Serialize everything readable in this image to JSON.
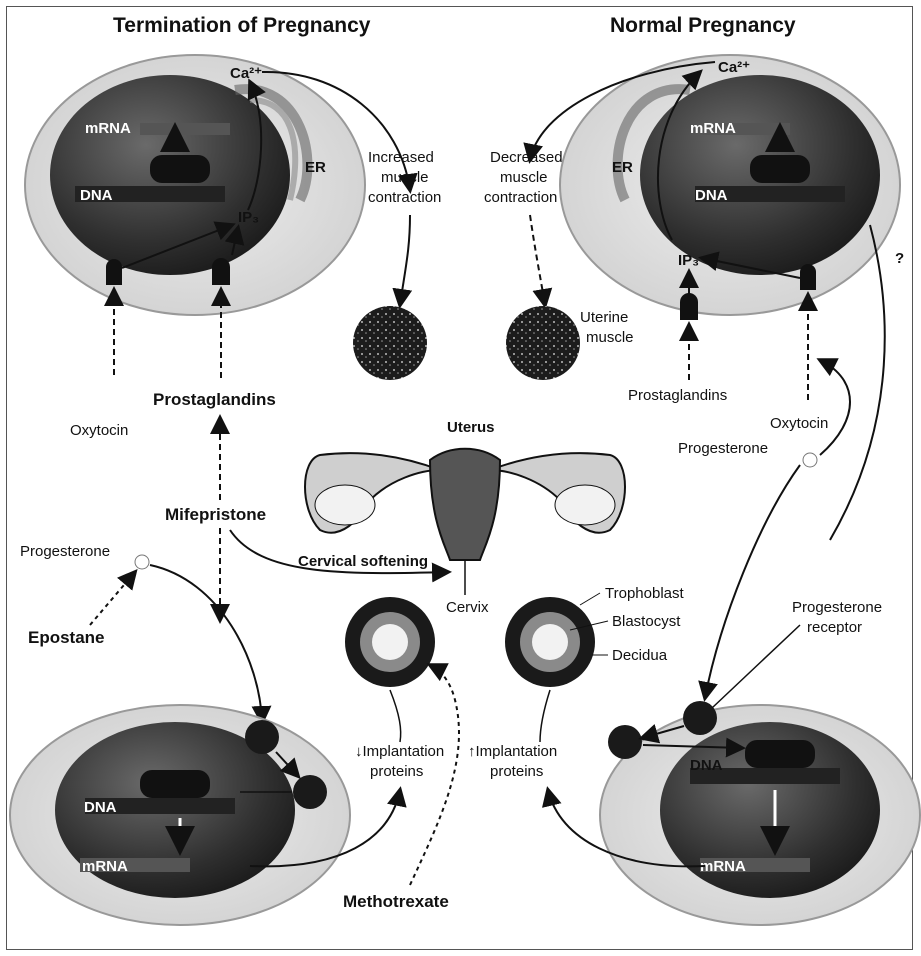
{
  "headings": {
    "left": "Termination of Pregnancy",
    "right": "Normal Pregnancy"
  },
  "labels": {
    "ca_left": "Ca²⁺",
    "ca_right": "Ca²⁺",
    "mrna_top_left": "mRNA",
    "mrna_top_right": "mRNA",
    "dna_top_left": "DNA",
    "dna_top_right": "DNA",
    "er_left": "ER",
    "er_right": "ER",
    "ip3_left": "IP₃",
    "ip3_right": "IP₃",
    "oxytocin_left": "Oxytocin",
    "oxytocin_right": "Oxytocin",
    "prostaglandins_left": "Prostaglandins",
    "prostaglandins_right": "Prostaglandins",
    "increased_contraction": [
      "Increased",
      "muscle",
      "contraction"
    ],
    "decreased_contraction": [
      "Decreased",
      "muscle",
      "contraction"
    ],
    "uterine_muscle": [
      "Uterine",
      "muscle"
    ],
    "uterus": "Uterus",
    "mifepristone": "Mifepristone",
    "cervical_softening": "Cervical softening",
    "cervix": "Cervix",
    "progesterone_left": "Progesterone",
    "progesterone_right": "Progesterone",
    "epostane": "Epostane",
    "trophoblast": "Trophoblast",
    "blastocyst": "Blastocyst",
    "decidua": "Decidua",
    "progesterone_receptor": [
      "Progesterone",
      "receptor"
    ],
    "implantation_left": [
      "↓Implantation",
      "proteins"
    ],
    "implantation_right": [
      "↑Implantation",
      "proteins"
    ],
    "dna_bottom_left": "DNA",
    "dna_bottom_right": "DNA",
    "mrna_bottom_left": "mRNA",
    "mrna_bottom_right": "mRNA",
    "methotrexate": "Methotrexate",
    "question_mark": "?"
  },
  "colors": {
    "cell_outer": "#d6d6d6",
    "nucleus": "#3a3a3a",
    "line": "#111111",
    "background": "#ffffff"
  }
}
